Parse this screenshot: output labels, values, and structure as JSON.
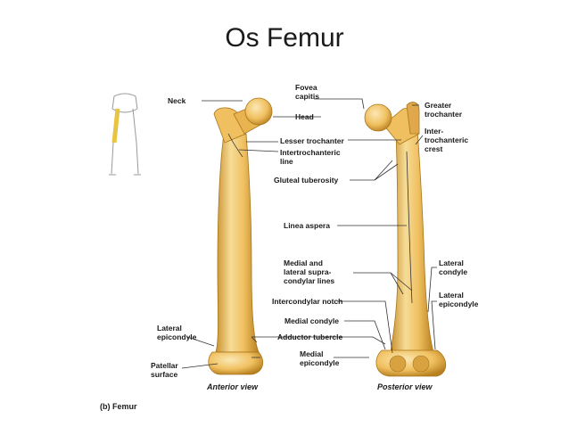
{
  "title": "Os Femur",
  "labels": {
    "neck": "Neck",
    "fovea_1": "Fovea",
    "fovea_2": "capitis",
    "head": "Head",
    "greater_1": "Greater",
    "greater_2": "trochanter",
    "lesser": "Lesser trochanter",
    "intertroch_line_1": "Intertrochanteric",
    "intertroch_line_2": "line",
    "inter_crest_1": "Inter-",
    "inter_crest_2": "trochanteric",
    "inter_crest_3": "crest",
    "gluteal": "Gluteal tuberosity",
    "linea": "Linea aspera",
    "supra_1": "Medial and",
    "supra_2": "lateral supra-",
    "supra_3": "condylar lines",
    "lat_condyle_1": "Lateral",
    "lat_condyle_2": "condyle",
    "lat_epi_r_1": "Lateral",
    "lat_epi_r_2": "epicondyle",
    "intercondylar": "Intercondylar notch",
    "med_condyle": "Medial condyle",
    "adductor": "Adductor tubercle",
    "med_epi_1": "Medial",
    "med_epi_2": "epicondyle",
    "lat_epi_l_1": "Lateral",
    "lat_epi_l_2": "epicondyle",
    "patellar_1": "Patellar",
    "patellar_2": "surface"
  },
  "views": {
    "anterior": "Anterior view",
    "posterior": "Posterior view"
  },
  "caption": "(b) Femur",
  "colors": {
    "bone": "#f0c060",
    "bone_light": "#f7dc97",
    "bone_shadow": "#c9912e",
    "highlight_bone": "#e8c440"
  }
}
